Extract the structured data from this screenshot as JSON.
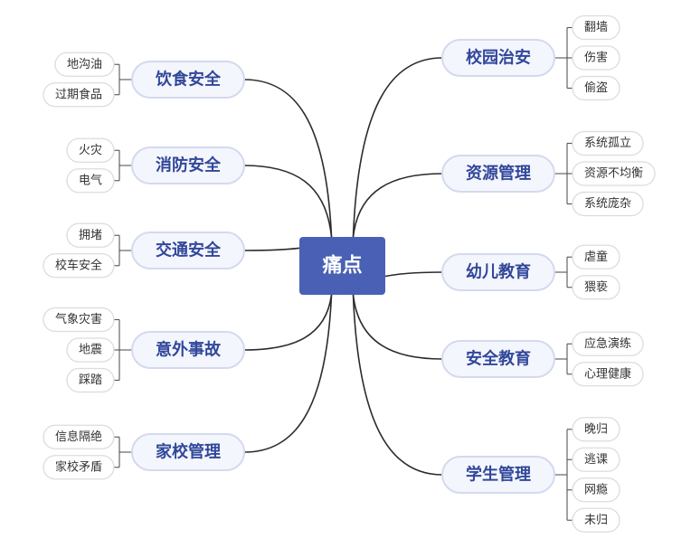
{
  "root": {
    "label": "痛点"
  },
  "left_branches": [
    {
      "label": "饮食安全",
      "leaves": [
        "地沟油",
        "过期食品"
      ]
    },
    {
      "label": "消防安全",
      "leaves": [
        "火灾",
        "电气"
      ]
    },
    {
      "label": "交通安全",
      "leaves": [
        "拥堵",
        "校车安全"
      ]
    },
    {
      "label": "意外事故",
      "leaves": [
        "气象灾害",
        "地震",
        "踩踏"
      ]
    },
    {
      "label": "家校管理",
      "leaves": [
        "信息隔绝",
        "家校矛盾"
      ]
    }
  ],
  "right_branches": [
    {
      "label": "校园治安",
      "leaves": [
        "翻墙",
        "伤害",
        "偷盗"
      ]
    },
    {
      "label": "资源管理",
      "leaves": [
        "系统孤立",
        "资源不均衡",
        "系统庞杂"
      ]
    },
    {
      "label": "幼儿教育",
      "leaves": [
        "虐童",
        "猥亵"
      ]
    },
    {
      "label": "安全教育",
      "leaves": [
        "应急演练",
        "心理健康"
      ]
    },
    {
      "label": "学生管理",
      "leaves": [
        "晚归",
        "逃课",
        "网瘾",
        "未归"
      ]
    }
  ],
  "colors": {
    "root_fill": "#4a60b4",
    "branch_fill": "#f4f6fd",
    "branch_text": "#31479a",
    "connector": "#2b2b2b"
  }
}
